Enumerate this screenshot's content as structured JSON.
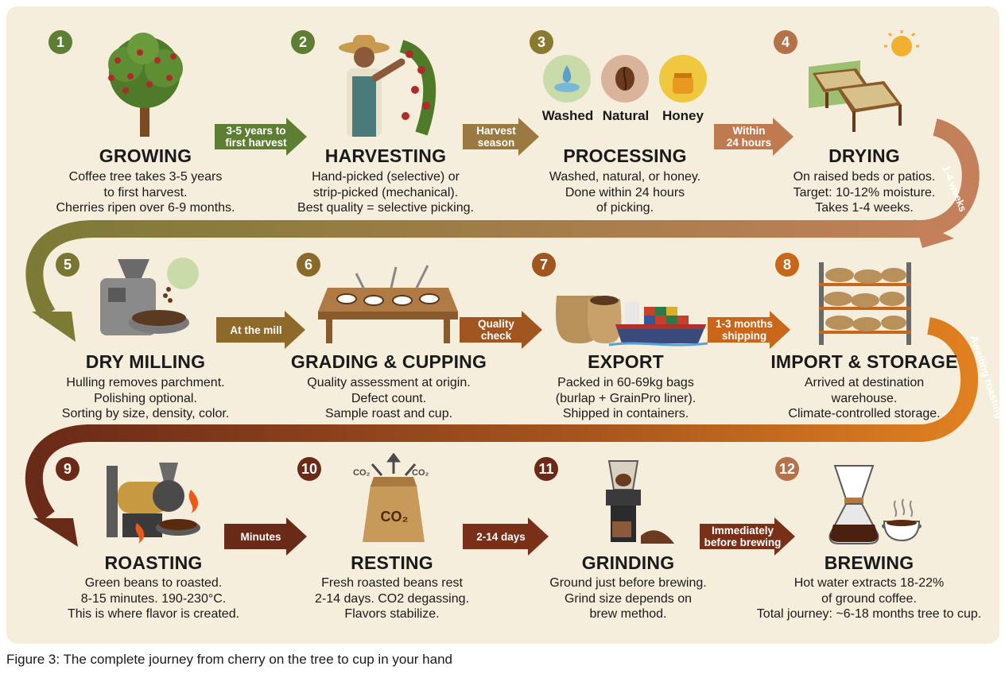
{
  "steps": [
    {
      "number": "1",
      "title": "GROWING",
      "desc": [
        "Coffee tree takes 3-5 years",
        "to first harvest.",
        "Cherries ripen over 6-9 months."
      ],
      "color": "#5e7e34",
      "icon": "coffee-tree-icon"
    },
    {
      "number": "2",
      "title": "HARVESTING",
      "desc": [
        "Hand-picked (selective) or",
        "strip-picked (mechanical).",
        "Best quality = selective picking."
      ],
      "color": "#5e7e34",
      "icon": "farmer-picking-icon"
    },
    {
      "number": "3",
      "title": "PROCESSING",
      "desc": [
        "Washed, natural, or honey.",
        "Done within 24 hours",
        "of picking."
      ],
      "color": "#8a7a30",
      "icon": "processing-methods-icon"
    },
    {
      "number": "4",
      "title": "DRYING",
      "desc": [
        "On raised beds or patios.",
        "Target: 10-12% moisture.",
        "Takes 1-4 weeks."
      ],
      "color": "#b4714a",
      "icon": "drying-beds-icon"
    },
    {
      "number": "5",
      "title": "DRY MILLING",
      "desc": [
        "Hulling removes parchment.",
        "Polishing optional.",
        "Sorting by size, density, color."
      ],
      "color": "#7a7532",
      "icon": "hulling-machine-icon"
    },
    {
      "number": "6",
      "title": "GRADING & CUPPING",
      "desc": [
        "Quality assessment at origin.",
        "Defect count.",
        "Sample roast and cup."
      ],
      "color": "#8a6a2a",
      "icon": "cupping-table-icon"
    },
    {
      "number": "7",
      "title": "EXPORT",
      "desc": [
        "Packed in 60-69kg bags",
        "(burlap + GrainPro liner).",
        "Shipped in containers."
      ],
      "color": "#a0561e",
      "icon": "cargo-ship-icon"
    },
    {
      "number": "8",
      "title": "IMPORT & STORAGE",
      "desc": [
        "Arrived at destination",
        "warehouse.",
        "Climate-controlled storage."
      ],
      "color": "#c8661a",
      "icon": "warehouse-shelves-icon"
    },
    {
      "number": "9",
      "title": "ROASTING",
      "desc": [
        "Green beans to roasted.",
        "8-15 minutes. 190-230°C.",
        "This is where flavor is created."
      ],
      "color": "#6a2a18",
      "icon": "roaster-icon"
    },
    {
      "number": "10",
      "title": "RESTING",
      "desc": [
        "Fresh roasted beans rest",
        "2-14 days. CO2 degassing.",
        "Flavors stabilize."
      ],
      "color": "#6a2a18",
      "icon": "degassing-bag-icon"
    },
    {
      "number": "11",
      "title": "GRINDING",
      "desc": [
        "Ground just before brewing.",
        "Grind size depends on",
        "brew method."
      ],
      "color": "#6a2a18",
      "icon": "grinder-icon"
    },
    {
      "number": "12",
      "title": "BREWING",
      "desc": [
        "Hot water extracts 18-22%",
        "of ground coffee.",
        "Total journey: ~6-18 months tree to cup."
      ],
      "color": "#b4714a",
      "icon": "pour-over-icon"
    }
  ],
  "connectors": [
    {
      "label": "3-5 years to first harvest",
      "lines": [
        "3-5 years to",
        "first harvest"
      ],
      "color": "#5e7e34"
    },
    {
      "label": "Harvest season",
      "lines": [
        "Harvest",
        "season"
      ],
      "color": "#9a7a40"
    },
    {
      "label": "Within 24 hours",
      "lines": [
        "Within",
        "24 hours"
      ],
      "color": "#c07a50"
    },
    {
      "label": "At the mill",
      "lines": [
        "At the mill"
      ],
      "color": "#8e6a2a"
    },
    {
      "label": "Quality check",
      "lines": [
        "Quality",
        "check"
      ],
      "color": "#a0561e"
    },
    {
      "label": "1-3 months shipping",
      "lines": [
        "1-3 months",
        "shipping"
      ],
      "color": "#c8661a"
    },
    {
      "label": "Minutes",
      "lines": [
        "Minutes"
      ],
      "color": "#6a2a18"
    },
    {
      "label": "2-14 days",
      "lines": [
        "2-14 days"
      ],
      "color": "#7a3018"
    },
    {
      "label": "Immediately before brewing",
      "lines": [
        "Immediately",
        "before brewing"
      ],
      "color": "#7a3018"
    }
  ],
  "processing_methods": [
    "Washed",
    "Natural",
    "Honey"
  ],
  "bag_label": "CO₂",
  "co2_labels": [
    "CO₂",
    "CO₂"
  ],
  "loop_labels": {
    "row1_to_row2": "1-4 weeks",
    "row2_to_row3": "Awaiting roasting"
  },
  "colors": {
    "panel": "#f6eedc",
    "green": "#5e7e34",
    "olive": "#8a7a30",
    "orange": "#c8661a",
    "brown": "#6a2a18",
    "terracotta": "#b4714a"
  },
  "caption": "Figure 3: The complete journey from cherry on the tree to cup in your hand"
}
